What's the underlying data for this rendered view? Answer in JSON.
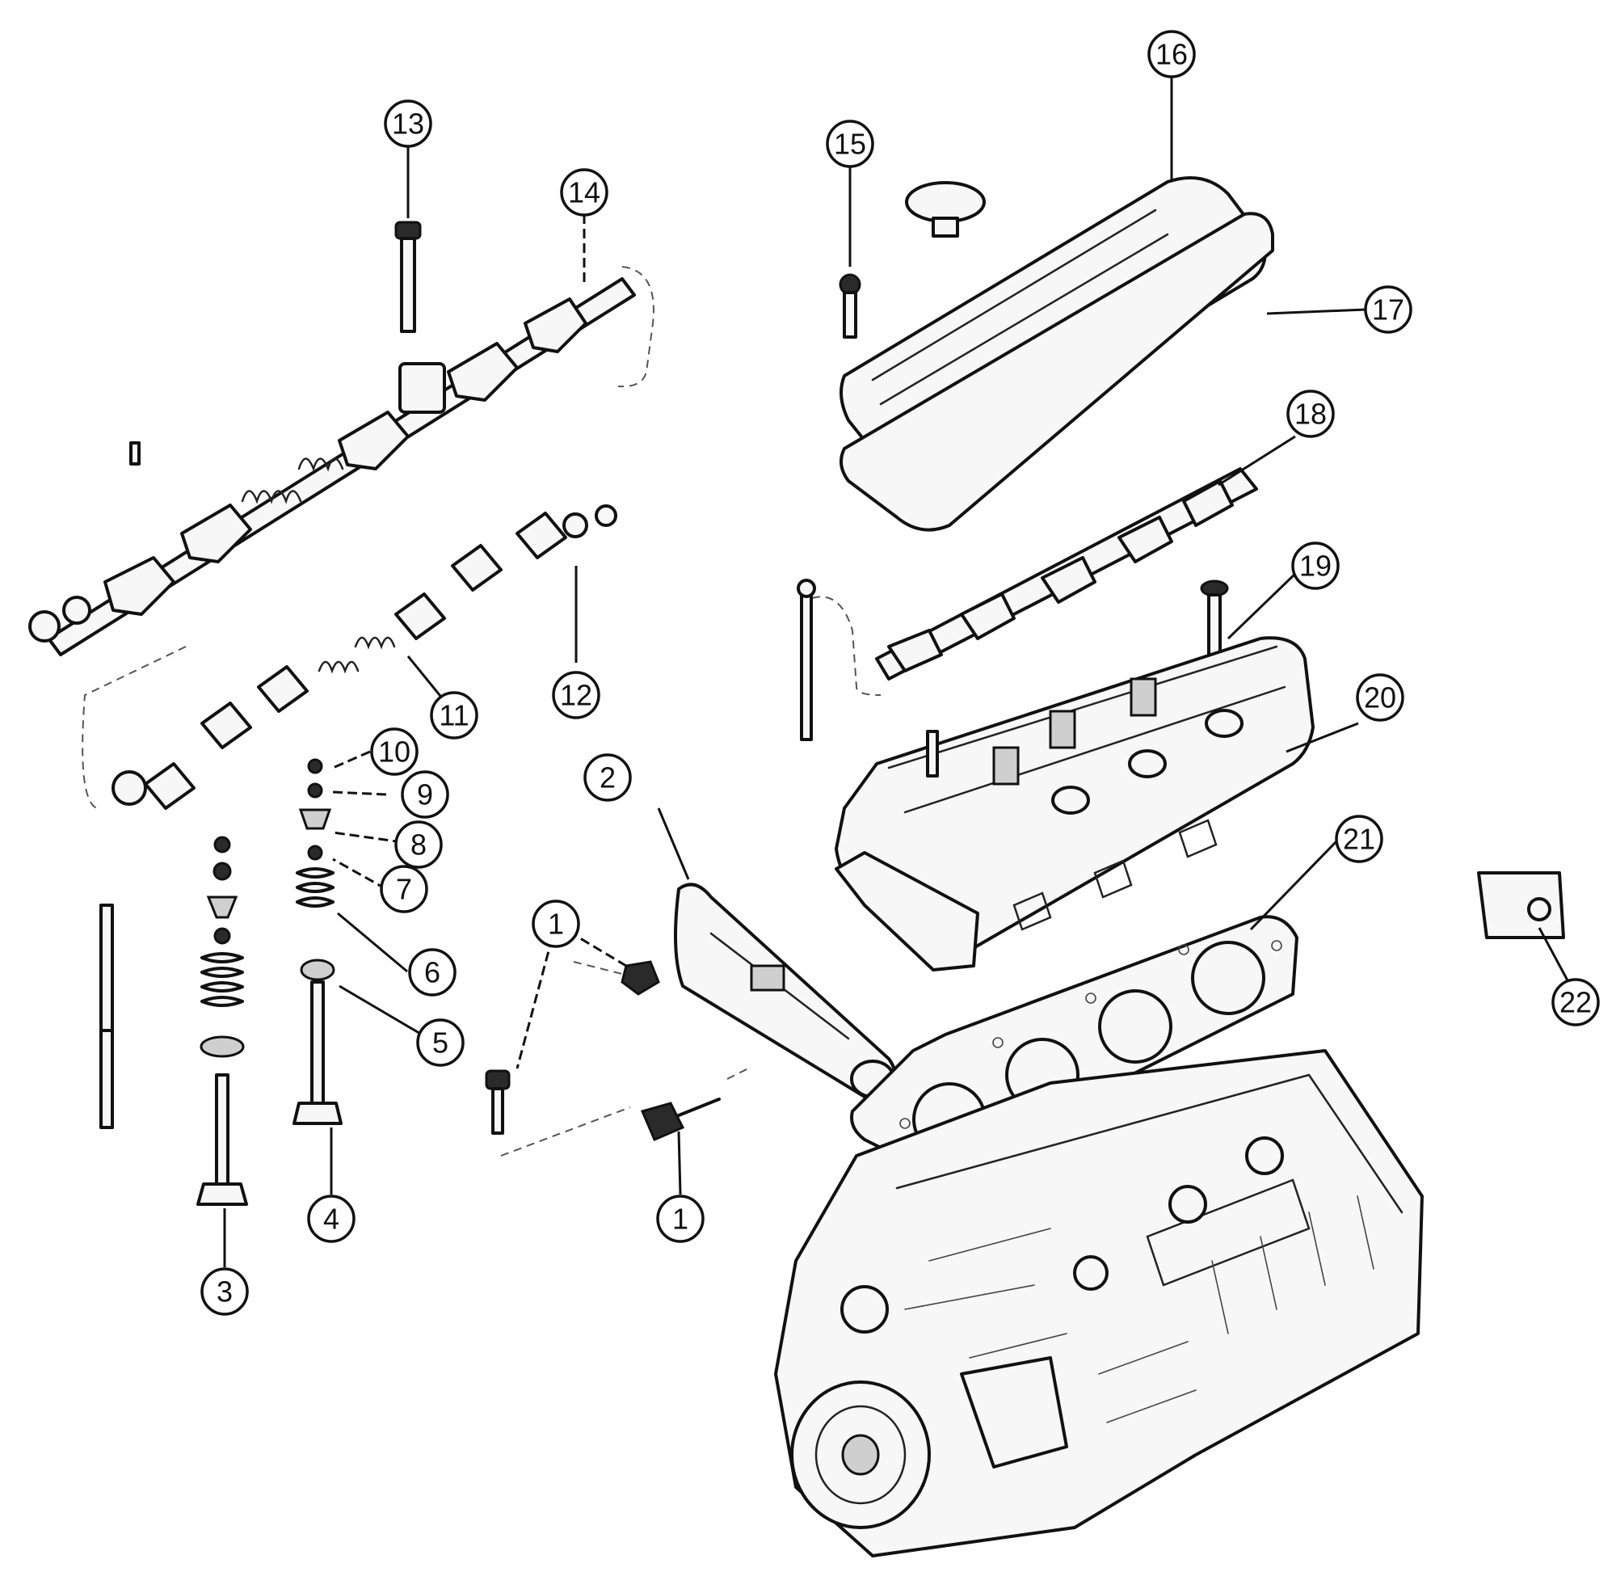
{
  "callouts": [
    {
      "id": "c1a",
      "label": "1"
    },
    {
      "id": "c1b",
      "label": "1"
    },
    {
      "id": "c2",
      "label": "2"
    },
    {
      "id": "c3",
      "label": "3"
    },
    {
      "id": "c4",
      "label": "4"
    },
    {
      "id": "c5",
      "label": "5"
    },
    {
      "id": "c6",
      "label": "6"
    },
    {
      "id": "c7",
      "label": "7"
    },
    {
      "id": "c8",
      "label": "8"
    },
    {
      "id": "c9",
      "label": "9"
    },
    {
      "id": "c10",
      "label": "10"
    },
    {
      "id": "c11",
      "label": "11"
    },
    {
      "id": "c12",
      "label": "12"
    },
    {
      "id": "c13",
      "label": "13"
    },
    {
      "id": "c14",
      "label": "14"
    },
    {
      "id": "c15",
      "label": "15"
    },
    {
      "id": "c16",
      "label": "16"
    },
    {
      "id": "c17",
      "label": "17"
    },
    {
      "id": "c18",
      "label": "18"
    },
    {
      "id": "c19",
      "label": "19"
    },
    {
      "id": "c20",
      "label": "20"
    },
    {
      "id": "c21",
      "label": "21"
    },
    {
      "id": "c22",
      "label": "22"
    }
  ],
  "colors": {
    "line": "#111111",
    "background": "#ffffff",
    "shade": "#2a2a2a"
  }
}
